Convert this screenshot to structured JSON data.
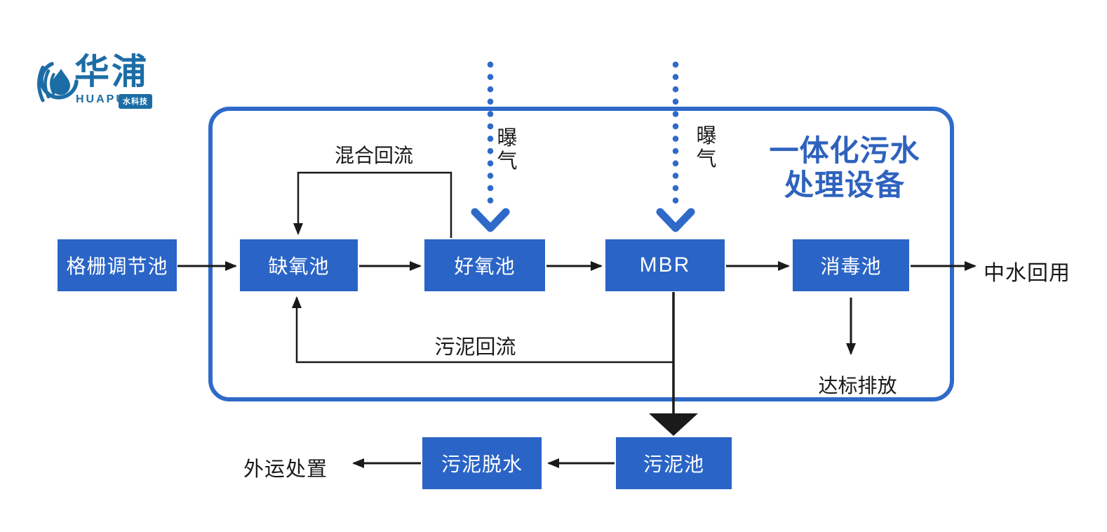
{
  "logo": {
    "name_cn": "华浦",
    "name_en": "HUAPU",
    "badge": "水科技"
  },
  "title": {
    "line1": "一体化污水",
    "line2": "处理设备"
  },
  "nodes": {
    "screen": "格栅调节池",
    "anoxic": "缺氧池",
    "aerobic": "好氧池",
    "mbr": "MBR",
    "disinfection": "消毒池",
    "sludge_tank": "污泥池",
    "sludge_dewatering": "污泥脱水"
  },
  "flow_labels": {
    "mixed_reflux": "混合回流",
    "aeration_left": "曝气",
    "aeration_right": "曝气",
    "sludge_return": "污泥回流",
    "water_reuse": "中水回用",
    "standard_discharge": "达标排放",
    "offsite_disposal": "外运处置"
  },
  "colors": {
    "node_fill": "#2a64c6",
    "node_text": "#ffffff",
    "frame_stroke": "#2f6ac9",
    "aeration_blue": "#2f6ac9",
    "logo_blue": "#1c6da6",
    "title_blue": "#2e62be",
    "arrow_black": "#1a1a1a"
  }
}
